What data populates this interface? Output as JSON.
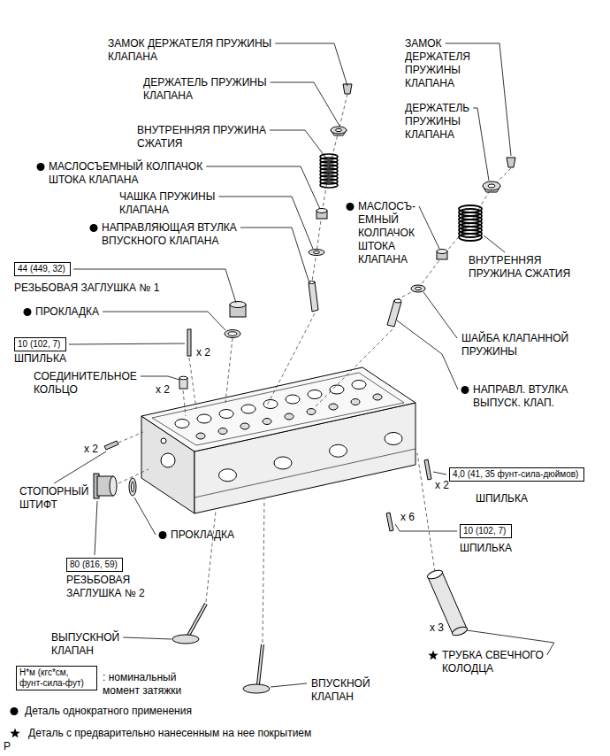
{
  "diagram": {
    "nodes": [
      {
        "text": [
          "44 (449, 32)"
        ]
      },
      {
        "text": [
          "10 (102, 7)"
        ]
      },
      {
        "text": [
          "4,0 (41, 35 фунт-сила-дюймов)"
        ]
      },
      {
        "text": [
          "10 (102, 7)"
        ]
      },
      {
        "text": [
          "80 (816, 59)"
        ]
      },
      {
        "text": [
          "Н*м (кгс*см, фунт-сила-фут)"
        ]
      }
    ],
    "labels": [
      "ЗАМОК ДЕРЖАТЕЛЯ ПРУЖИНЫ КЛАПАНА",
      "ДЕРЖАТЕЛЬ ПРУЖИНЫ КЛАПАНА",
      "ВНУТРЕННЯЯ ПРУЖИНА СЖАТИЯ",
      "МАСЛОСЪЕМНЫЙ КОЛПАЧОК ШТОКА КЛАПАНА",
      "ЧАШКА ПРУЖИНЫ КЛАПАНА",
      "НАПРАВЛЯЮЩАЯ ВТУЛКА ВПУСКНОГО КЛАПАНА",
      "РЕЗЬБОВАЯ ЗАГЛУШКА № 1",
      "ПРОКЛАДКА",
      "x 2",
      "ШПИЛЬКА",
      "СОЕДИНИТЕЛЬНОЕ КОЛЬЦО",
      "x 2",
      "x 2",
      "СТОПОРНЫЙ ШТИФТ",
      "РЕЗЬБОВАЯ ЗАГЛУШКА № 2",
      "ПРОКЛАДКА",
      "ВЫПУСКНОЙ КЛАПАН",
      "ЗАМОК ДЕРЖАТЕЛЯ ПРУЖИНЫ КЛАПАНА",
      "ДЕРЖАТЕЛЬ ПРУЖИНЫ КЛАПАНА",
      "МАСЛОСЪ- ЕМНЫЙ КОЛПАЧОК ШТОКА КЛАПАНА",
      "ВНУТРЕННЯЯ ПРУЖИНА СЖАТИЯ",
      "ШАЙБА КЛАПАННОЙ ПРУЖИНЫ",
      "НАПРАВЛ. ВТУЛКА ВЫПУСК. КЛАП.",
      "x 2",
      "ШПИЛЬКА",
      "x 6",
      "ШПИЛЬКА",
      "x 3",
      "ТРУБКА СВЕЧНОГО КОЛОДЦА",
      "ВПУСКНОЙ КЛАПАН",
      "P"
    ],
    "legend": [
      {
        "text": ": номинальный момент затяжки"
      },
      {
        "text": "Деталь однократного применения"
      },
      {
        "text": "Деталь с предварительно нанесенным на нее покрытием"
      }
    ]
  }
}
